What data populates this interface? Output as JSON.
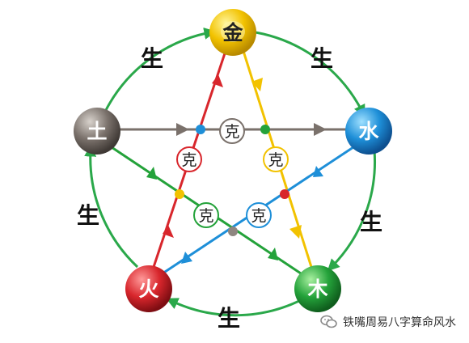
{
  "elements": {
    "metal": {
      "label": "金",
      "color": "#f2c200"
    },
    "water": {
      "label": "水",
      "color": "#1e8fd8"
    },
    "wood": {
      "label": "木",
      "color": "#24a23a"
    },
    "fire": {
      "label": "火",
      "color": "#d8262c"
    },
    "earth": {
      "label": "土",
      "color": "#7a716b"
    }
  },
  "sheng_label": "生",
  "ke_label": "克",
  "colors": {
    "sheng_arrow": "#2aa84a",
    "earth_line": "#7a716b",
    "metal_line": "#f2c200",
    "water_line": "#1e8fd8",
    "wood_line": "#24a23a",
    "fire_line": "#d8262c"
  },
  "watermark": {
    "text": "铁嘴周易八字算命风水"
  }
}
